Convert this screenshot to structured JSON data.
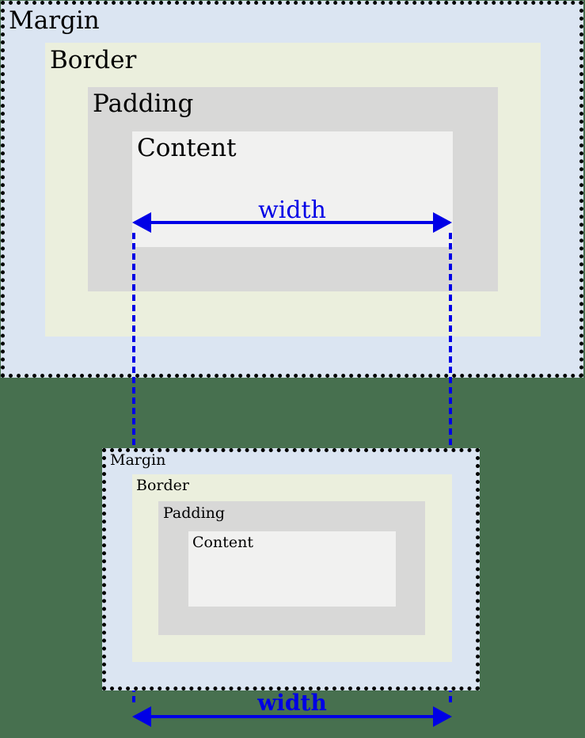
{
  "colors": {
    "page_bg": "#47704f",
    "margin_fill": "#dbe5f2",
    "border_fill": "#ebefdd",
    "padding_fill": "#d8d8d7",
    "content_fill": "#f1f1f0",
    "accent_blue": "#0000e6",
    "outline_black": "#000000"
  },
  "top_diagram": {
    "margin_label": "Margin",
    "border_label": "Border",
    "padding_label": "Padding",
    "content_label": "Content",
    "width_label": "width"
  },
  "bottom_diagram": {
    "margin_label": "Margin",
    "border_label": "Border",
    "padding_label": "Padding",
    "content_label": "Content",
    "width_label": "width"
  }
}
